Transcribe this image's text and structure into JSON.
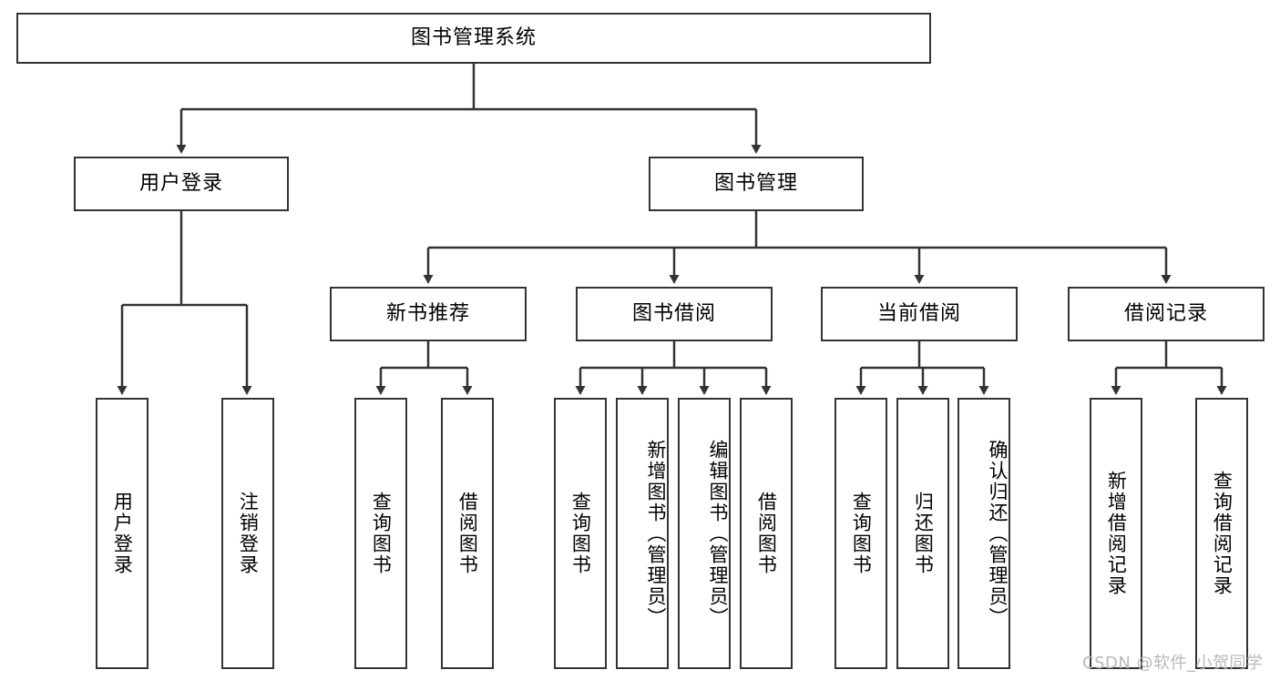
{
  "diagram": {
    "type": "tree",
    "title": "图书管理系统",
    "root": {
      "id": "root",
      "label": "图书管理系统"
    },
    "level2": [
      {
        "id": "user-login",
        "label": "用户登录"
      },
      {
        "id": "book-manage",
        "label": "图书管理"
      }
    ],
    "level3": [
      {
        "id": "new-book-recommend",
        "label": "新书推荐"
      },
      {
        "id": "book-borrow",
        "label": "图书借阅"
      },
      {
        "id": "current-borrow",
        "label": "当前借阅"
      },
      {
        "id": "borrow-record",
        "label": "借阅记录"
      }
    ],
    "leaves": [
      {
        "id": "leaf-user-login",
        "label": "用户登录",
        "parent": "user-login"
      },
      {
        "id": "leaf-logout-login",
        "label": "注销登录",
        "parent": "user-login"
      },
      {
        "id": "leaf-query-book-1",
        "label": "查询图书",
        "parent": "new-book-recommend"
      },
      {
        "id": "leaf-borrow-book-1",
        "label": "借阅图书",
        "parent": "new-book-recommend"
      },
      {
        "id": "leaf-query-book-2",
        "label": "查询图书",
        "parent": "book-borrow"
      },
      {
        "id": "leaf-add-book",
        "label": "新增图书（管理员）",
        "parent": "book-borrow"
      },
      {
        "id": "leaf-edit-book",
        "label": "编辑图书（管理员）",
        "parent": "book-borrow"
      },
      {
        "id": "leaf-borrow-book-2",
        "label": "借阅图书",
        "parent": "book-borrow"
      },
      {
        "id": "leaf-query-book-3",
        "label": "查询图书",
        "parent": "current-borrow"
      },
      {
        "id": "leaf-return-book",
        "label": "归还图书",
        "parent": "current-borrow"
      },
      {
        "id": "leaf-confirm-return",
        "label": "确认归还（管理员）",
        "parent": "current-borrow"
      },
      {
        "id": "leaf-add-record",
        "label": "新增借阅记录",
        "parent": "borrow-record"
      },
      {
        "id": "leaf-query-record",
        "label": "查询借阅记录",
        "parent": "borrow-record"
      }
    ]
  },
  "watermark": {
    "text": "CSDN @软件_小贺同学"
  },
  "colors": {
    "stroke": "#333333",
    "background": "#ffffff",
    "text": "#000000",
    "watermark": "#b8b8b8"
  }
}
